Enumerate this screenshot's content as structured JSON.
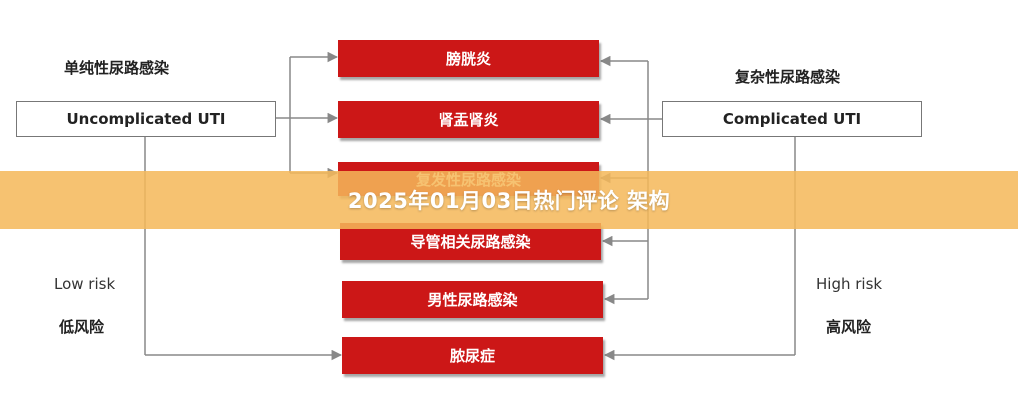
{
  "left": {
    "heading": "单纯性尿路感染",
    "box_label": "Uncomplicated UTI",
    "risk_en": "Low risk",
    "risk_cn": "低风险"
  },
  "right": {
    "heading": "复杂性尿路感染",
    "box_label": "Complicated UTI",
    "risk_en": "High risk",
    "risk_cn": "高风险"
  },
  "conditions": [
    {
      "label": "膀胱炎"
    },
    {
      "label": "肾盂肾炎"
    },
    {
      "label": "复发性尿路感染"
    },
    {
      "label": "导管相关尿路感染"
    },
    {
      "label": "男性尿路感染"
    },
    {
      "label": "脓尿症"
    }
  ],
  "overlay": {
    "banner_text": "2025年01月03日热门评论 架构"
  },
  "colors": {
    "condition_fill": "#cc1717",
    "banner": "#f4b85a",
    "connector": "#888888"
  }
}
